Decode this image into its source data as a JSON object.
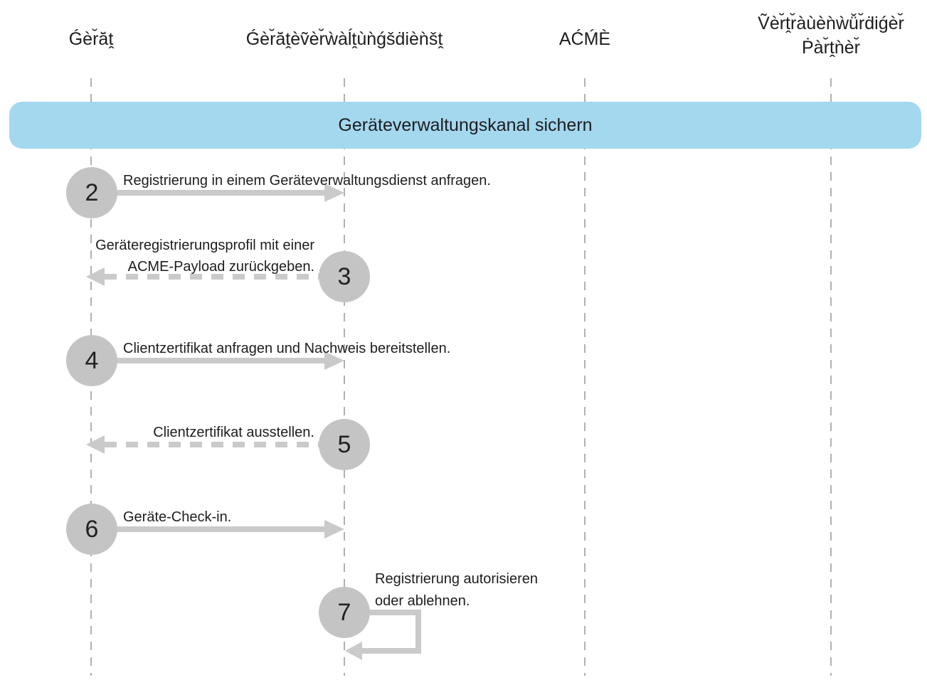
{
  "actors": [
    {
      "lines": [
        "Ǵèr̆ā̆ṱ"
      ]
    },
    {
      "lines": [
        "Ǵèr̆ā̆ṱèṽèr̆ẁàĺṱùǹǵšḋièǹšṱ"
      ]
    },
    {
      "lines": [
        "AĆḾÈ"
      ]
    },
    {
      "lines": [
        "Ṽèr̆ṱr̆àùèǹẁǚr̆ḋiǵèr̆",
        "Ṗàr̆ṱǹèr̆"
      ]
    }
  ],
  "banner": {
    "label": "Geräteverwaltungskanal sichern"
  },
  "steps": [
    {
      "number": "2",
      "lines": [
        "Registrierung in einem Geräteverwaltungsdienst anfragen."
      ],
      "arrow": "solid-right"
    },
    {
      "number": "3",
      "lines": [
        "Geräteregistrierungsprofil mit einer",
        "ACME-Payload zurückgeben."
      ],
      "arrow": "dashed-left"
    },
    {
      "number": "4",
      "lines": [
        "Clientzertifikat anfragen und Nachweis bereitstellen."
      ],
      "arrow": "solid-right"
    },
    {
      "number": "5",
      "lines": [
        "Clientzertifikat ausstellen."
      ],
      "arrow": "dashed-left"
    },
    {
      "number": "6",
      "lines": [
        "Geräte-Check-in."
      ],
      "arrow": "solid-right"
    },
    {
      "number": "7",
      "lines": [
        "Registrierung autorisieren",
        "oder ablehnen."
      ],
      "arrow": "self-loop"
    }
  ],
  "colors": {
    "banner_bg": "#a4d8ef",
    "circle_bg": "#c4c4c4",
    "arrow": "#cacaca",
    "lifeline": "#b1b1b1",
    "text": "#1d1d1f"
  }
}
